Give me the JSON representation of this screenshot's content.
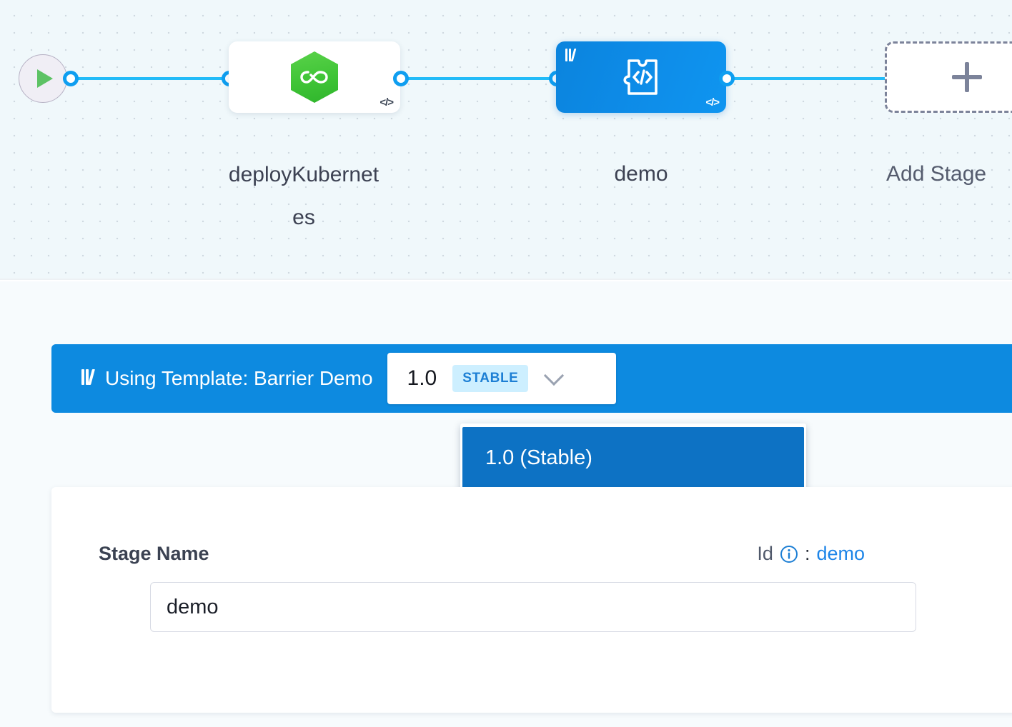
{
  "canvas": {
    "start_node": {
      "icon": "play-icon",
      "label": ""
    },
    "nodes": [
      {
        "id": "deployKubernetes",
        "label": "deployKubernetes",
        "label_line1": "deployKubernet",
        "label_line2": "es",
        "icon": "harness-cd-hexagon-icon",
        "badge_icon": "code-tag-icon",
        "type": "deployment",
        "selected": false
      },
      {
        "id": "demo",
        "label": "demo",
        "icon": "template-code-puzzle-icon",
        "badge_icon": "code-tag-icon",
        "template_icon": "template-bars-icon",
        "type": "template-stage",
        "selected": true
      }
    ],
    "add_stage": {
      "label": "Add Stage",
      "icon": "plus-icon"
    }
  },
  "template_bar": {
    "icon": "template-bars-icon",
    "text": "Using Template: Barrier Demo",
    "version_selector": {
      "version": "1.0",
      "badge": "STABLE",
      "chevron_icon": "chevron-down-icon",
      "open": true,
      "options": [
        {
          "label": "1.0 (Stable)",
          "selected": true
        }
      ]
    }
  },
  "stage_form": {
    "name_label": "Stage Name",
    "id_label": "Id",
    "id_info_icon": "info-icon",
    "id_separator": ":",
    "id_value": "demo",
    "name_value": "demo",
    "name_placeholder": "Stage Name"
  },
  "colors": {
    "accent_blue": "#0d8ae0",
    "wire_blue": "#22bbf8",
    "badge_bg": "#cdefff",
    "badge_text": "#1d7fd4",
    "dropdown_selected": "#0d72c4",
    "green": "#3fc436",
    "canvas_bg": "#f0f8fb"
  }
}
